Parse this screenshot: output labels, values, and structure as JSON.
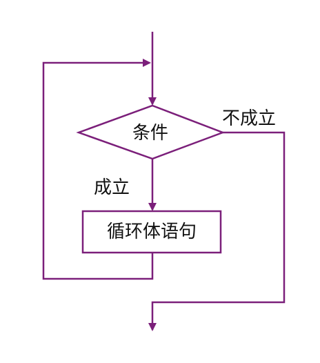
{
  "diagram": {
    "condition_label": "条件",
    "true_label": "成立",
    "false_label": "不成立",
    "body_label": "循环体语句"
  },
  "colors": {
    "line": "#7b1f7a",
    "text": "#111111",
    "background": "#ffffff"
  }
}
